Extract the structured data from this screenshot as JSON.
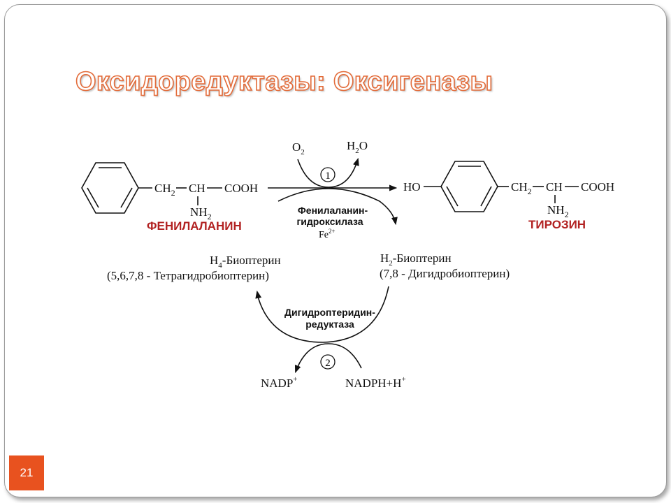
{
  "slide": {
    "title": "Оксидоредуктазы: Оксигеназы",
    "page_number": "21"
  },
  "diagram": {
    "phenylalanine": {
      "ch2": "CH",
      "ch2_sub": "2",
      "ch": "CH",
      "cooh": "COOH",
      "nh2": "NH",
      "nh2_sub": "2",
      "name": "ФЕНИЛАЛАНИН"
    },
    "tyrosine": {
      "ho": "HO",
      "ch2": "CH",
      "ch2_sub": "2",
      "ch": "CH",
      "cooh": "COOH",
      "nh2": "NH",
      "nh2_sub": "2",
      "name": "ТИРОЗИН"
    },
    "o2": "O",
    "o2_sub": "2",
    "h2o_h": "H",
    "h2o_sub": "2",
    "h2o_o": "O",
    "step1": "1",
    "step2": "2",
    "enzyme1_line1": "Фенилаланин-",
    "enzyme1_line2": "гидроксилаза",
    "cofactor": "Fe",
    "cofactor_sup": "2+",
    "h4_prefix": "H",
    "h4_sub": "4",
    "h4_name": "-Биоптерин",
    "h4_full": "(5,6,7,8 - Тетрагидробиоптерин)",
    "h2_prefix": "H",
    "h2_sub": "2",
    "h2_name": "-Биоптерин",
    "h2_full": "(7,8 - Дигидробиоптерин)",
    "enzyme2_line1": "Дигидроптеридин-",
    "enzyme2_line2": "редуктаза",
    "nadp": "NADP",
    "nadp_sup": "+",
    "nadph": "NADPH+H",
    "nadph_sup": "+"
  }
}
